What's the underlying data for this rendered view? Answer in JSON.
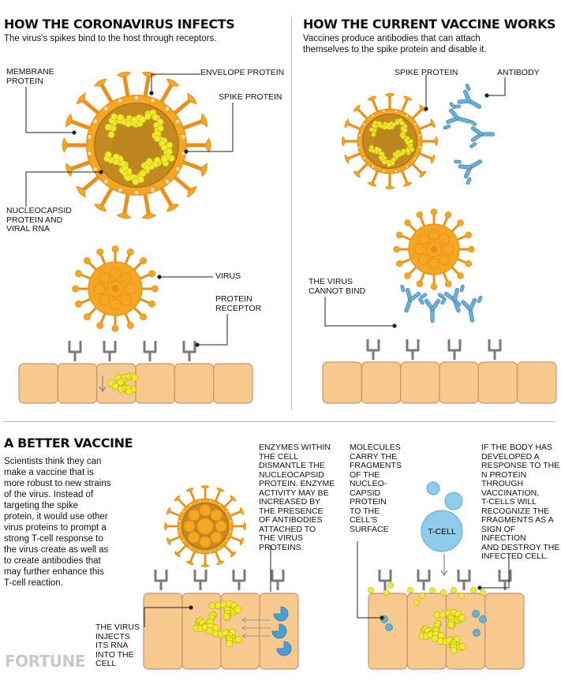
{
  "colors": {
    "virus_orange": "#F5A623",
    "virus_dark": "#E8901A",
    "core": "#C58A1F",
    "rna": "#F1EA2E",
    "cell": "#F8C98F",
    "cell_border": "#C9926A",
    "antibody": "#6BAFD6",
    "receptor": "#7A7A7A",
    "tcell": "#8FCBEA",
    "enzyme": "#4A9ED2"
  },
  "left_panel": {
    "title": "HOW THE CORONAVIRUS INFECTS",
    "subtitle": "The virus's spikes bind to the host through receptors.",
    "labels": {
      "membrane": "MEMBRANE\nPROTEIN",
      "envelope": "ENVELOPE PROTEIN",
      "spike": "SPIKE PROTEIN",
      "nucleocapsid": "NUCLEOCAPSID\nPROTEIN AND\nVIRAL RNA",
      "virus": "VIRUS",
      "receptor": "PROTEIN\nRECEPTOR",
      "host_cell": "HOST CELL"
    }
  },
  "right_panel": {
    "title": "HOW THE CURRENT VACCINE WORKS",
    "subtitle": "Vaccines produce antibodies that can attach\nthemselves to the spike protein and disable it.",
    "labels": {
      "spike": "SPIKE PROTEIN",
      "antibody": "ANTIBODY",
      "cannot_bind": "THE VIRUS\nCANNOT BIND",
      "host_cell": "HOST CELL"
    }
  },
  "bottom": {
    "title": "A BETTER VACCINE",
    "body": "Scientists think they can\nmake a vaccine that is\nmore robust to new strains\nof the virus. Instead of\ntargeting the spike\nprotein, it would use other\nvirus proteins to prompt a\nstrong T-cell response to\nthe virus create as well as\nto create antibodies that\nmay further enhance this\nT-cell reaction.",
    "enzymes": "ENZYMES WITHIN\nTHE CELL\nDISMANTLE THE\nNUCLEOCAPSID\nPROTEIN. ENZYME\nACTIVITY MAY BE\nINCREASED BY\nTHE PRESENCE\nOF ANTIBODIES\nATTACHED TO\nTHE VIRUS\nPROTEINS.",
    "molecules": "MOLECULES\nCARRY THE\nFRAGMENTS\nOF THE\nNUCLEO-\nCAPSID\nPROTEIN\nTO THE\nCELL'S\nSURFACE",
    "response": "IF THE BODY HAS\nDEVELOPED A\nRESPONSE TO THE\nN PROTEIN\nTHROUGH\nVACCINATION,\nT-CELLS WILL\nRECOGNIZE THE\nFRAGMENTS AS A\nSIGN OF INFECTION\nAND DESTROY THE\nINFECTED CELL.",
    "injects": "THE VIRUS\nINJECTS\nITS RNA\nINTO THE\nCELL",
    "host_cell_a": "HOST CELL",
    "host_cell_b": "HOST CELL",
    "tcell": "T-CELL"
  },
  "brand": "FORTUNE"
}
